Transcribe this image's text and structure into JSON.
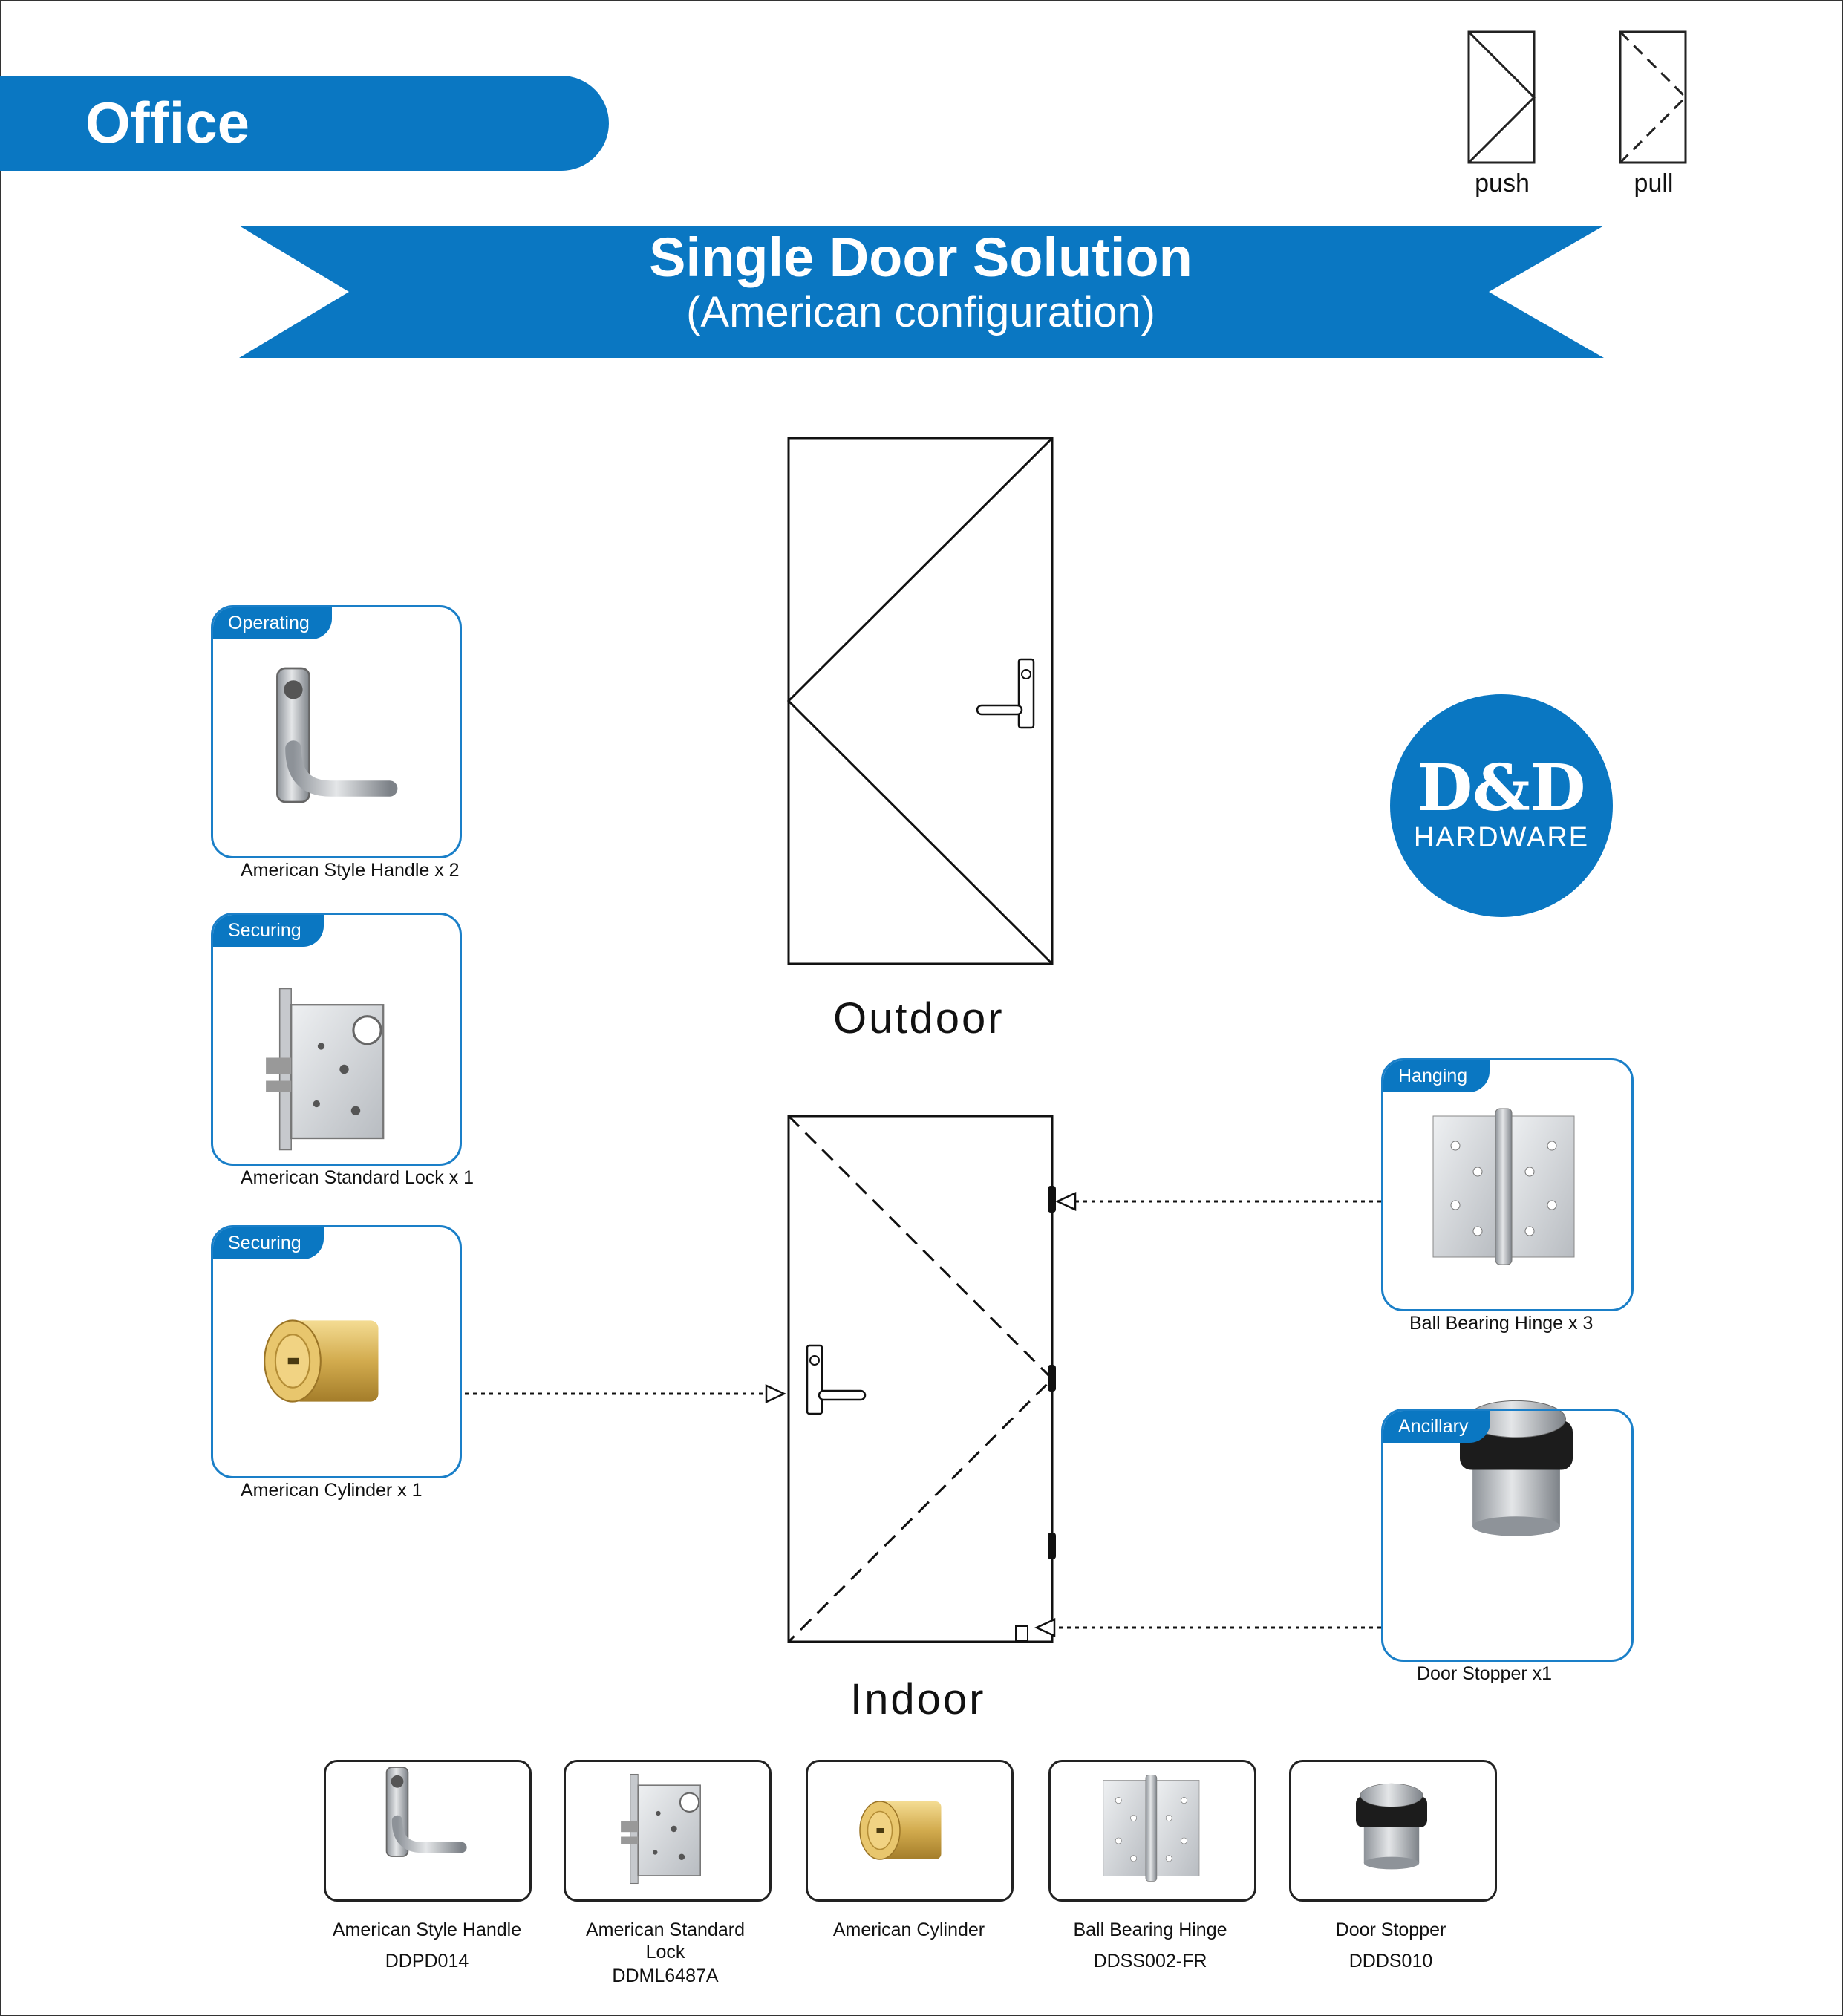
{
  "section_tab": "Office",
  "legend": {
    "push_label": "push",
    "pull_label": "pull"
  },
  "banner": {
    "title": "Single Door Solution",
    "subtitle": "(American configuration)"
  },
  "doors": {
    "outdoor_label": "Outdoor",
    "indoor_label": "Indoor"
  },
  "logo": {
    "main": "D&D",
    "sub": "HARDWARE"
  },
  "cards_left": [
    {
      "tag": "Operating",
      "label": "American Style Handle x 2",
      "icon": "lever-handle-icon"
    },
    {
      "tag": "Securing",
      "label": "American Standard Lock x 1",
      "icon": "mortise-lock-icon"
    },
    {
      "tag": "Securing",
      "label": "American Cylinder x 1",
      "icon": "brass-cylinder-icon"
    }
  ],
  "cards_right": [
    {
      "tag": "Hanging",
      "label": "Ball Bearing Hinge x 3",
      "icon": "hinge-icon"
    },
    {
      "tag": "Ancillary",
      "label": "Door Stopper x1",
      "icon": "door-stopper-icon"
    }
  ],
  "products": [
    {
      "name": "American Style Handle",
      "code": "DDPD014",
      "icon": "lever-handle-icon"
    },
    {
      "name": "American Standard Lock",
      "code": "DDML6487A",
      "icon": "mortise-lock-icon"
    },
    {
      "name": "American Cylinder",
      "code": "",
      "icon": "brass-cylinder-icon"
    },
    {
      "name": "Ball Bearing Hinge",
      "code": "DDSS002-FR",
      "icon": "hinge-icon"
    },
    {
      "name": "Door Stopper",
      "code": "DDDS010",
      "icon": "door-stopper-icon"
    }
  ],
  "colors": {
    "brand_blue": "#0a77c2",
    "card_border": "#1a7fc8",
    "brass": "#d8b55a",
    "steel": "#c9ccd0"
  }
}
